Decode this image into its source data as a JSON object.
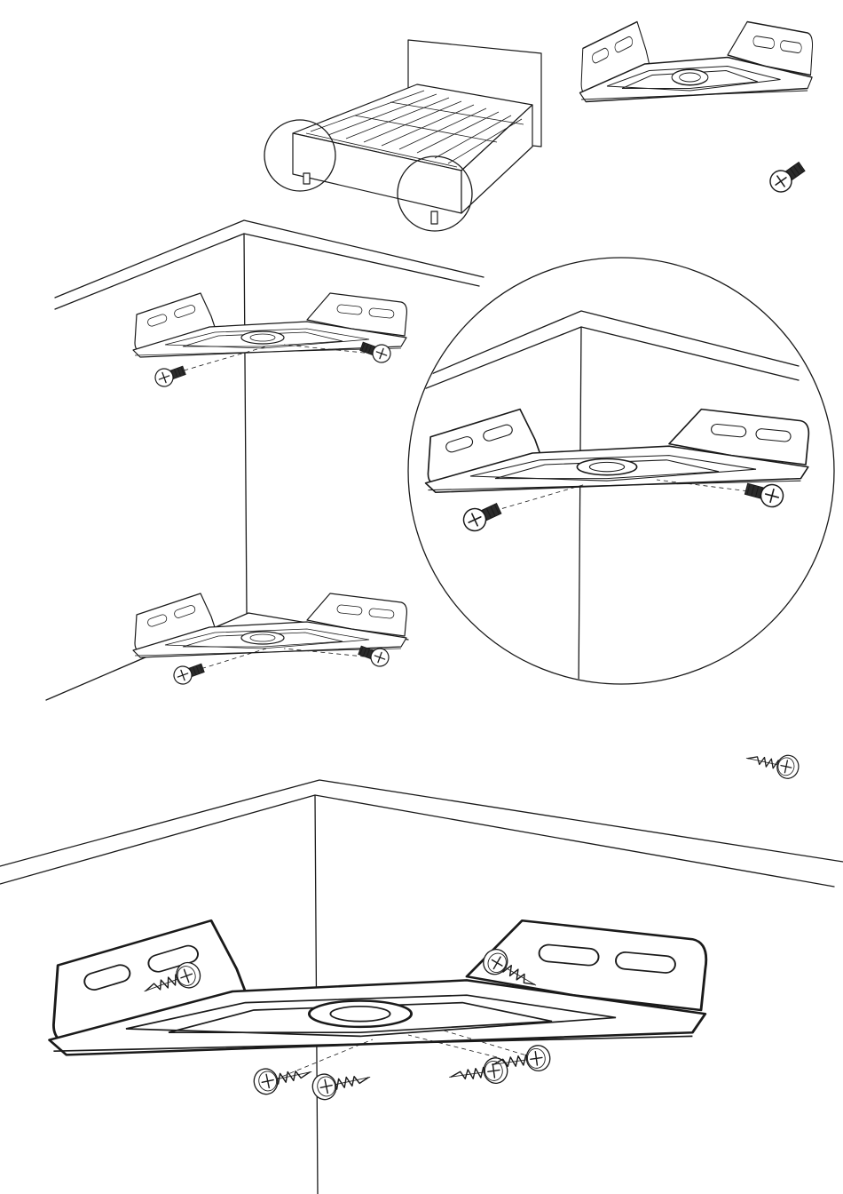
{
  "diagram": {
    "panels": [
      {
        "id": "bed-overview",
        "shows": "bed-frame-with-corners-circled"
      },
      {
        "id": "corner-bracket-part",
        "shows": "corner-bracket"
      },
      {
        "id": "machine-screw-part",
        "shows": "machine-screw-icon"
      },
      {
        "id": "frame-corner-assembly",
        "shows": "two-brackets-on-frame-corner"
      },
      {
        "id": "detail-magnifier",
        "shows": "zoomed-bracket-detail"
      },
      {
        "id": "wood-screw-part",
        "shows": "wood-screw-icon"
      },
      {
        "id": "wood-screw-assembly",
        "shows": "bracket-fixed-with-wood-screws"
      }
    ]
  },
  "colors": {
    "line": "#1a1a1a",
    "dark": "#2b2b2b",
    "background": "#ffffff"
  }
}
